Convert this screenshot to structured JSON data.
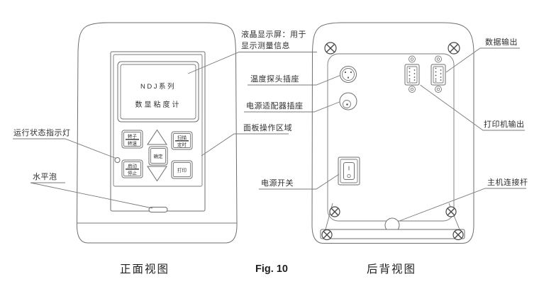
{
  "figure": {
    "captions": {
      "front": "正面视图",
      "fig": "Fig. 10",
      "back": "后背视图"
    }
  },
  "front_device": {
    "lcd_line1": "NDJ系列",
    "lcd_line2": "数显粘度计",
    "btn_rotor_line1": "转子",
    "btn_rotor_line2": "转速",
    "btn_scan_line1": "扫描",
    "btn_scan_line2": "定时",
    "btn_start_line1": "启动",
    "btn_start_line2": "停止",
    "btn_confirm": "确定",
    "btn_print": "打印"
  },
  "callouts": {
    "lcd_line1": "液晶显示屏：用于",
    "lcd_line2": "显示测量信息",
    "status_led": "运行状态指示灯",
    "level_bubble": "水平泡",
    "temp_probe": "温度探头插座",
    "power_adapter": "电源适配器插座",
    "panel_area": "面板操作区域",
    "power_switch": "电源开关",
    "data_output": "数据输出",
    "printer_output": "打印机输出",
    "host_rod": "主机连接杆"
  },
  "colors": {
    "line": "#6e6e6e",
    "text": "#2e2e2e",
    "background": "#ffffff"
  }
}
